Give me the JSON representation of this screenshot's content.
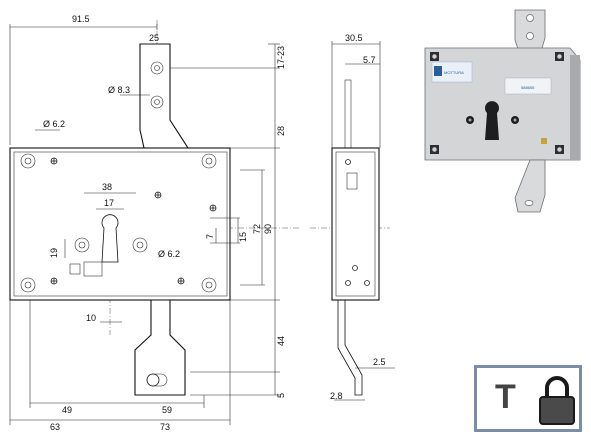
{
  "front_view": {
    "dims": {
      "overall_width": "91.5",
      "hanger_width": "25",
      "hanger_hole_dia": "Ø 8.3",
      "corner_hole_dia": "Ø 6.2",
      "hanger_height": "28",
      "hanger_top": "17-23",
      "cyl_width_38": "38",
      "cyl_width_17": "17",
      "cyl_hole_dia": "Ø 6.2",
      "v19": "19",
      "v7": "7",
      "v15": "15",
      "v72": "72",
      "v90": "90",
      "h10": "10",
      "v44": "44",
      "v5": "5",
      "h49": "49",
      "h59": "59",
      "h63": "63",
      "h73": "73"
    }
  },
  "side_view": {
    "dims": {
      "depth": "30.5",
      "offset": "5.7",
      "strap_thk": "2.5",
      "base_thk": "2.8"
    }
  },
  "photo": {
    "brand": "MOTTURA",
    "serial": "588655"
  },
  "badge": {
    "letter": "T",
    "icon": "padlock-icon"
  }
}
